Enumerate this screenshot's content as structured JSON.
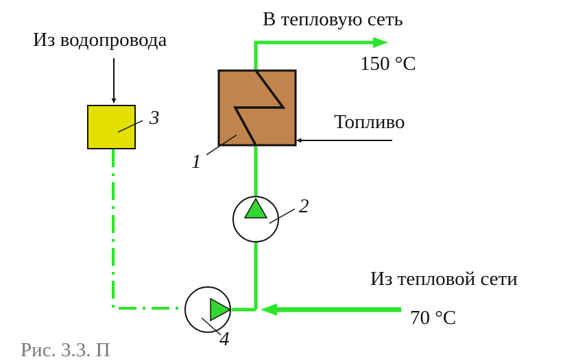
{
  "labels": {
    "to_heating_network": "В тепловую сеть",
    "from_water_supply": "Из водопровода",
    "supply_temperature": "150 °C",
    "fuel": "Топливо",
    "from_heating_network": "Из тепловой сети",
    "return_temperature": "70 °C"
  },
  "callouts": {
    "boiler": "1",
    "circulation_pump": "2",
    "treatment_unit": "3",
    "makeup_pump": "4"
  },
  "caption_fragment": "Рис. 3.3. П",
  "colors": {
    "pipe_green": "#2be52b",
    "boiler_fill": "#c0844c",
    "treatment_fill": "#e3e000",
    "pump_triangle": "#33d633",
    "stroke": "#111111"
  }
}
